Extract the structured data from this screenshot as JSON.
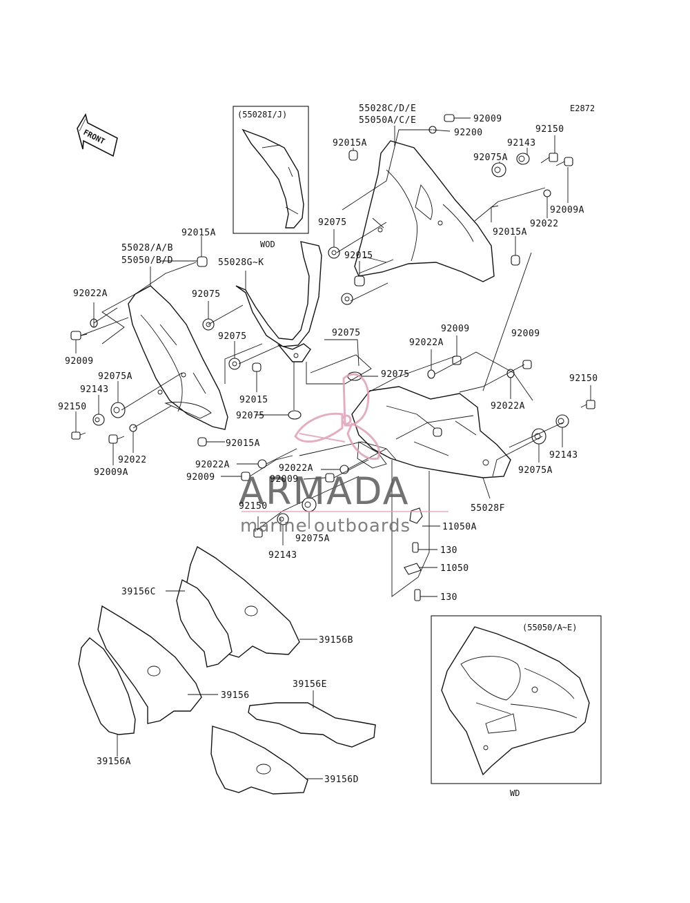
{
  "diagram_code": "E2872",
  "front_arrow": "FRONT",
  "inset_wod": {
    "header": "(55028I/J)",
    "caption": "WOD"
  },
  "inset_wd": {
    "header": "(55050/A~E)",
    "caption": "WD"
  },
  "watermark": {
    "brand": "ARMADA",
    "tagline": "marine outboards",
    "accent_color": "#e0a0b8"
  },
  "labels": {
    "p55028c_line1": "55028C/D/E",
    "p55028c_line2": "55050A/C/E",
    "r92009_top": "92009",
    "r92200": "92200",
    "r92150_tr": "92150",
    "r92143_tr": "92143",
    "r92075a_tr": "92075A",
    "r92015a_top": "92015A",
    "r92009a_tr": "92009A",
    "r92022_tr": "92022",
    "r92015a_r": "92015A",
    "r92075_c1": "92075",
    "r92015_c": "92015",
    "r92075_c2": "92075",
    "r92015a_left": "92015A",
    "p55028_line1": "55028/A/B",
    "p55028_line2": "55050/B/D",
    "p55028g": "55028G~K",
    "r92022a_l": "92022A",
    "r92075_l1": "92075",
    "r92009_l": "92009",
    "r92075_l2": "92075",
    "r92075a_l": "92075A",
    "r92143_l": "92143",
    "r92015_l": "92015",
    "r92150_l": "92150",
    "r92075_c3": "92075",
    "r92022_l": "92022",
    "r92009a_l": "92009A",
    "r92015a_bl": "92015A",
    "r92009_r1": "92009",
    "r92022a_r1": "92022A",
    "r92009_r2": "92009",
    "r92075_r": "92075",
    "r92022a_r2": "92022A",
    "r92150_r": "92150",
    "r92143_r": "92143",
    "r92075a_r": "92075A",
    "p55028f": "55028F",
    "r92022a_b1": "92022A",
    "r92009_b1": "92009",
    "r92022a_b2": "92022A",
    "r92009_b2": "92009",
    "r92150_b": "92150",
    "r92075a_b": "92075A",
    "r92143_b": "92143",
    "p11050a": "11050A",
    "p130a": "130",
    "p11050": "11050",
    "p130b": "130",
    "p39156c": "39156C",
    "p39156b": "39156B",
    "p39156": "39156",
    "p39156e": "39156E",
    "p39156a": "39156A",
    "p39156d": "39156D"
  }
}
